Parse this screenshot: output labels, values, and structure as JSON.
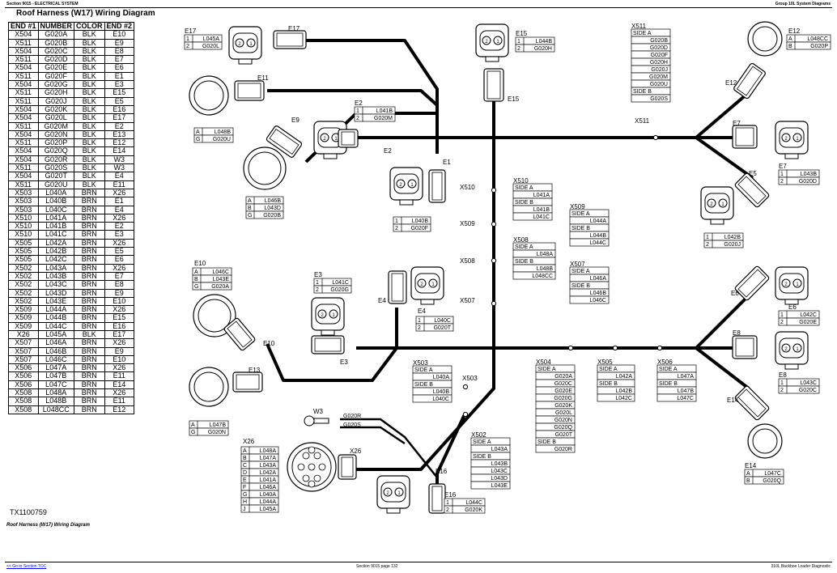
{
  "header": {
    "left": "Section 9015 - ELECTRICAL SYSTEM",
    "right": "Group 10L System Diagrams"
  },
  "title": "Roof Harness (W17) Wiring Diagram",
  "table": {
    "columns": [
      "END #1",
      "NUMBER",
      "COLOR",
      "END #2"
    ],
    "rows": [
      [
        "X504",
        "G020A",
        "BLK",
        "E10"
      ],
      [
        "X511",
        "G020B",
        "BLK",
        "E9"
      ],
      [
        "X504",
        "G020C",
        "BLK",
        "E8"
      ],
      [
        "X511",
        "G020D",
        "BLK",
        "E7"
      ],
      [
        "X504",
        "G020E",
        "BLK",
        "E6"
      ],
      [
        "X511",
        "G020F",
        "BLK",
        "E1"
      ],
      [
        "X504",
        "G020G",
        "BLK",
        "E3"
      ],
      [
        "X511",
        "G020H",
        "BLK",
        "E15"
      ],
      [
        "X511",
        "G020J",
        "BLK",
        "E5"
      ],
      [
        "X504",
        "G020K",
        "BLK",
        "E16"
      ],
      [
        "X504",
        "G020L",
        "BLK",
        "E17"
      ],
      [
        "X511",
        "G020M",
        "BLK",
        "E2"
      ],
      [
        "X504",
        "G020N",
        "BLK",
        "E13"
      ],
      [
        "X511",
        "G020P",
        "BLK",
        "E12"
      ],
      [
        "X504",
        "G020Q",
        "BLK",
        "E14"
      ],
      [
        "X504",
        "G020R",
        "BLK",
        "W3"
      ],
      [
        "X511",
        "G020S",
        "BLK",
        "W3"
      ],
      [
        "X504",
        "G020T",
        "BLK",
        "E4"
      ],
      [
        "X511",
        "G020U",
        "BLK",
        "E11"
      ],
      [
        "X503",
        "L040A",
        "BRN",
        "X26"
      ],
      [
        "X503",
        "L040B",
        "BRN",
        "E1"
      ],
      [
        "X503",
        "L040C",
        "BRN",
        "E4"
      ],
      [
        "X510",
        "L041A",
        "BRN",
        "X26"
      ],
      [
        "X510",
        "L041B",
        "BRN",
        "E2"
      ],
      [
        "X510",
        "L041C",
        "BRN",
        "E3"
      ],
      [
        "X505",
        "L042A",
        "BRN",
        "X26"
      ],
      [
        "X505",
        "L042B",
        "BRN",
        "E5"
      ],
      [
        "X505",
        "L042C",
        "BRN",
        "E6"
      ],
      [
        "X502",
        "L043A",
        "BRN",
        "X26"
      ],
      [
        "X502",
        "L043B",
        "BRN",
        "E7"
      ],
      [
        "X502",
        "L043C",
        "BRN",
        "E8"
      ],
      [
        "X502",
        "L043D",
        "BRN",
        "E9"
      ],
      [
        "X502",
        "L043E",
        "BRN",
        "E10"
      ],
      [
        "X509",
        "L044A",
        "BRN",
        "X26"
      ],
      [
        "X509",
        "L044B",
        "BRN",
        "E15"
      ],
      [
        "X509",
        "L044C",
        "BRN",
        "E16"
      ],
      [
        "X26",
        "L045A",
        "BLK",
        "E17"
      ],
      [
        "X507",
        "L046A",
        "BRN",
        "X26"
      ],
      [
        "X507",
        "L046B",
        "BRN",
        "E9"
      ],
      [
        "X507",
        "L046C",
        "BRN",
        "E10"
      ],
      [
        "X506",
        "L047A",
        "BRN",
        "X26"
      ],
      [
        "X506",
        "L047B",
        "BRN",
        "E11"
      ],
      [
        "X506",
        "L047C",
        "BRN",
        "E14"
      ],
      [
        "X508",
        "L048A",
        "BRN",
        "X26"
      ],
      [
        "X508",
        "L048B",
        "BRN",
        "E11"
      ],
      [
        "X508",
        "L048CC",
        "BRN",
        "E12"
      ]
    ]
  },
  "figure_id": "TX1100759",
  "caption": "Roof Harness (W17) Wiring Diagram",
  "footer": {
    "left": "<< Go to Section TOC",
    "center": "Section 9015 page 132",
    "right": "310L Backhoe Loader Diagnostic"
  },
  "labels": {
    "E17": "E17",
    "E11": "E11",
    "E9": "E9",
    "E2": "E2",
    "E1": "E1",
    "E15": "E15",
    "E12": "E12",
    "E7": "E7",
    "E5": "E5",
    "E10": "E10",
    "E3": "E3",
    "E4": "E4",
    "E13": "E13",
    "E6": "E6",
    "E8": "E8",
    "E14": "E14",
    "E16": "E16",
    "W3": "W3",
    "X26": "X26",
    "X511": "X511",
    "X510": "X510",
    "X509": "X509",
    "X508": "X508",
    "X507": "X507",
    "X503": "X503",
    "X502": "X502",
    "X504": "X504",
    "X505": "X505",
    "X506": "X506",
    "G020R": "G020R",
    "G020S": "G020S"
  },
  "pin_tables": {
    "E17": [
      [
        "1",
        "L045A"
      ],
      [
        "2",
        "G020L"
      ]
    ],
    "E15": [
      [
        "1",
        "L044B"
      ],
      [
        "2",
        "G020H"
      ]
    ],
    "E12": [
      [
        "A",
        "L048CC"
      ],
      [
        "B",
        "G020P"
      ]
    ],
    "E11": [
      [
        "A",
        "L048B"
      ],
      [
        "G",
        "G020U"
      ]
    ],
    "E2": [
      [
        "1",
        "L041B"
      ],
      [
        "2",
        "G020M"
      ]
    ],
    "E9": [
      [
        "A",
        "L046B"
      ],
      [
        "B",
        "L043D"
      ],
      [
        "G",
        "G020B"
      ]
    ],
    "E1": [
      [
        "1",
        "L040B"
      ],
      [
        "2",
        "G020F"
      ]
    ],
    "E7": [
      [
        "1",
        "L043B"
      ],
      [
        "2",
        "G020D"
      ]
    ],
    "E5": [
      [
        "1",
        "L042B"
      ],
      [
        "2",
        "G020J"
      ]
    ],
    "E10": [
      [
        "A",
        "L046C"
      ],
      [
        "B",
        "L043E"
      ],
      [
        "G",
        "G020A"
      ]
    ],
    "E3": [
      [
        "1",
        "L041C"
      ],
      [
        "2",
        "G020G"
      ]
    ],
    "E4": [
      [
        "1",
        "L040C"
      ],
      [
        "2",
        "G020T"
      ]
    ],
    "E6": [
      [
        "1",
        "L042C"
      ],
      [
        "2",
        "G020E"
      ]
    ],
    "E8": [
      [
        "1",
        "L043C"
      ],
      [
        "2",
        "G020C"
      ]
    ],
    "E13": [
      [
        "A",
        "L047B"
      ],
      [
        "G",
        "G020N"
      ]
    ],
    "E14": [
      [
        "A",
        "L047C"
      ],
      [
        "B",
        "G020Q"
      ]
    ],
    "E16": [
      [
        "1",
        "L044C"
      ],
      [
        "2",
        "G020K"
      ]
    ],
    "X26": [
      [
        "A",
        "L048A"
      ],
      [
        "B",
        "L047A"
      ],
      [
        "C",
        "L043A"
      ],
      [
        "D",
        "L042A"
      ],
      [
        "E",
        "L041A"
      ],
      [
        "F",
        "L046A"
      ],
      [
        "G",
        "L040A"
      ],
      [
        "H",
        "L044A"
      ],
      [
        "J",
        "L045A"
      ]
    ]
  },
  "splice_tables": {
    "X511": {
      "sideA": [
        "G020B",
        "G020D",
        "G020F",
        "G020H",
        "G020J",
        "G020M",
        "G020U"
      ],
      "sideB": [
        "G020S"
      ]
    },
    "X510": {
      "sideA": [
        "L041A"
      ],
      "sideB": [
        "L041B",
        "L041C"
      ]
    },
    "X509": {
      "sideA": [
        "L044A"
      ],
      "sideB": [
        "L044B",
        "L044C"
      ]
    },
    "X508": {
      "sideA": [
        "L048A"
      ],
      "sideB": [
        "L048B",
        "L048CC"
      ]
    },
    "X507": {
      "sideA": [
        "L046A"
      ],
      "sideB": [
        "L046B",
        "L046C"
      ]
    },
    "X503": {
      "sideA": [
        "L040A"
      ],
      "sideB": [
        "L040B",
        "L040C"
      ]
    },
    "X502": {
      "sideA": [
        "L043A"
      ],
      "sideB": [
        "L043B",
        "L043C",
        "L043D",
        "L043E"
      ]
    },
    "X504": {
      "sideA": [
        "G020A",
        "G020C",
        "G020E",
        "G020G",
        "G020K",
        "G020L",
        "G020N",
        "G020Q",
        "G020T"
      ],
      "sideB": [
        "G020R"
      ]
    },
    "X505": {
      "sideA": [
        "L042A"
      ],
      "sideB": [
        "L042B",
        "L042C"
      ]
    },
    "X506": {
      "sideA": [
        "L047A"
      ],
      "sideB": [
        "L047B",
        "L047C"
      ]
    }
  },
  "side_labels": {
    "a": "SIDE A",
    "b": "SIDE B"
  }
}
